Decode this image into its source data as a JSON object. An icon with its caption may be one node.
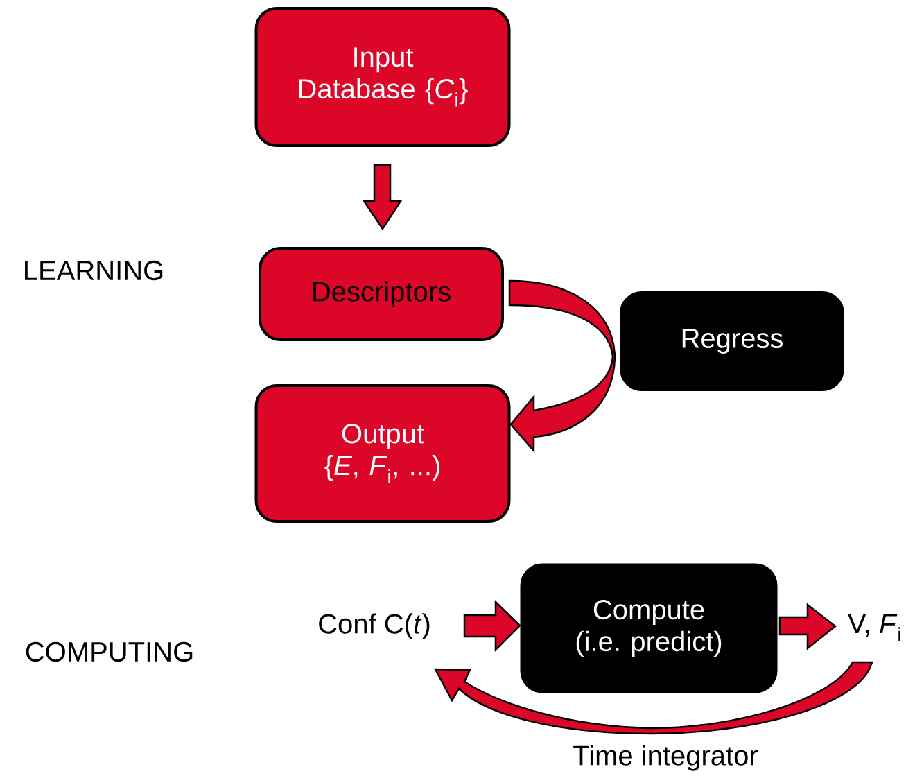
{
  "diagram": {
    "nodes": [
      {
        "text": [
          "Input Database {*C*$_{i}$}"
        ]
      },
      {
        "text": [
          "Descriptors"
        ]
      },
      {
        "text": [
          "Output {*E*, *F*$_{i}$, ...)"
        ]
      },
      {
        "text": [
          "Regress"
        ]
      },
      {
        "text": [
          "Conf C(*t*)"
        ]
      },
      {
        "text": [
          "Compute (i.e. predict)"
        ]
      },
      {
        "text": [
          "V, *F*$_{i}$"
        ]
      }
    ],
    "edges": [
      {
        "from": 0,
        "to": 1,
        "arrow": "to"
      },
      {
        "from": 1,
        "to": 2,
        "arrow": "to"
      },
      {
        "from": 4,
        "to": 5,
        "arrow": "to"
      },
      {
        "from": 5,
        "to": 6,
        "arrow": "to"
      },
      {
        "from": 6,
        "to": 4,
        "arrow": "to",
        "label": "Time integrator"
      }
    ],
    "labels": [
      "LEARNING",
      "COMPUTING"
    ]
  }
}
